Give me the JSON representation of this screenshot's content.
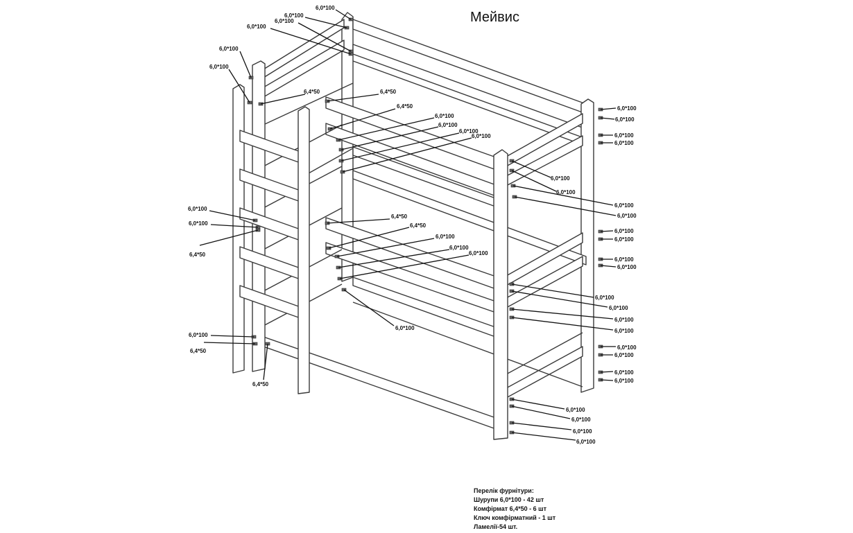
{
  "title": "Мейвис",
  "hardware_list": {
    "heading": "Перелік  фурнітури:",
    "items": [
      "Шурупи 6,0*100 - 42 шт",
      "Комфірмат 6,4*50 - 6 шт",
      "Ключ комфірматний - 1 шт",
      "Ламелії-54 шт."
    ]
  },
  "callouts": [
    "6,0*100",
    "6,0*100",
    "6,0*100",
    "6,0*100",
    "6,0*100",
    "6,4*50",
    "6,4*50",
    "6,4*50",
    "6,0*100",
    "6,0*100",
    "6,0*100",
    "6,0*100",
    "6,0*100",
    "6,0*100",
    "6,0*100",
    "6,0*100",
    "6,0*100",
    "6,0*100",
    "6,0*100",
    "6,0*100",
    "6,0*100",
    "6,0*100",
    "6,4*50",
    "6,4*50",
    "6,4*50",
    "6,0*100",
    "6,0*100",
    "6,0*100",
    "6,0*100",
    "6,0*100",
    "6,0*100",
    "6,0*100",
    "6,0*100",
    "6,0*100",
    "6,0*100",
    "6,0*100",
    "6,0*100",
    "6,0*100",
    "6,0*100",
    "6,0*100",
    "6,0*100",
    "6,0*100",
    "6,0*100",
    "6,0*100",
    "6,0*100",
    "6,0*100",
    "6,0*100",
    "6,4*50",
    "6,4*50"
  ]
}
